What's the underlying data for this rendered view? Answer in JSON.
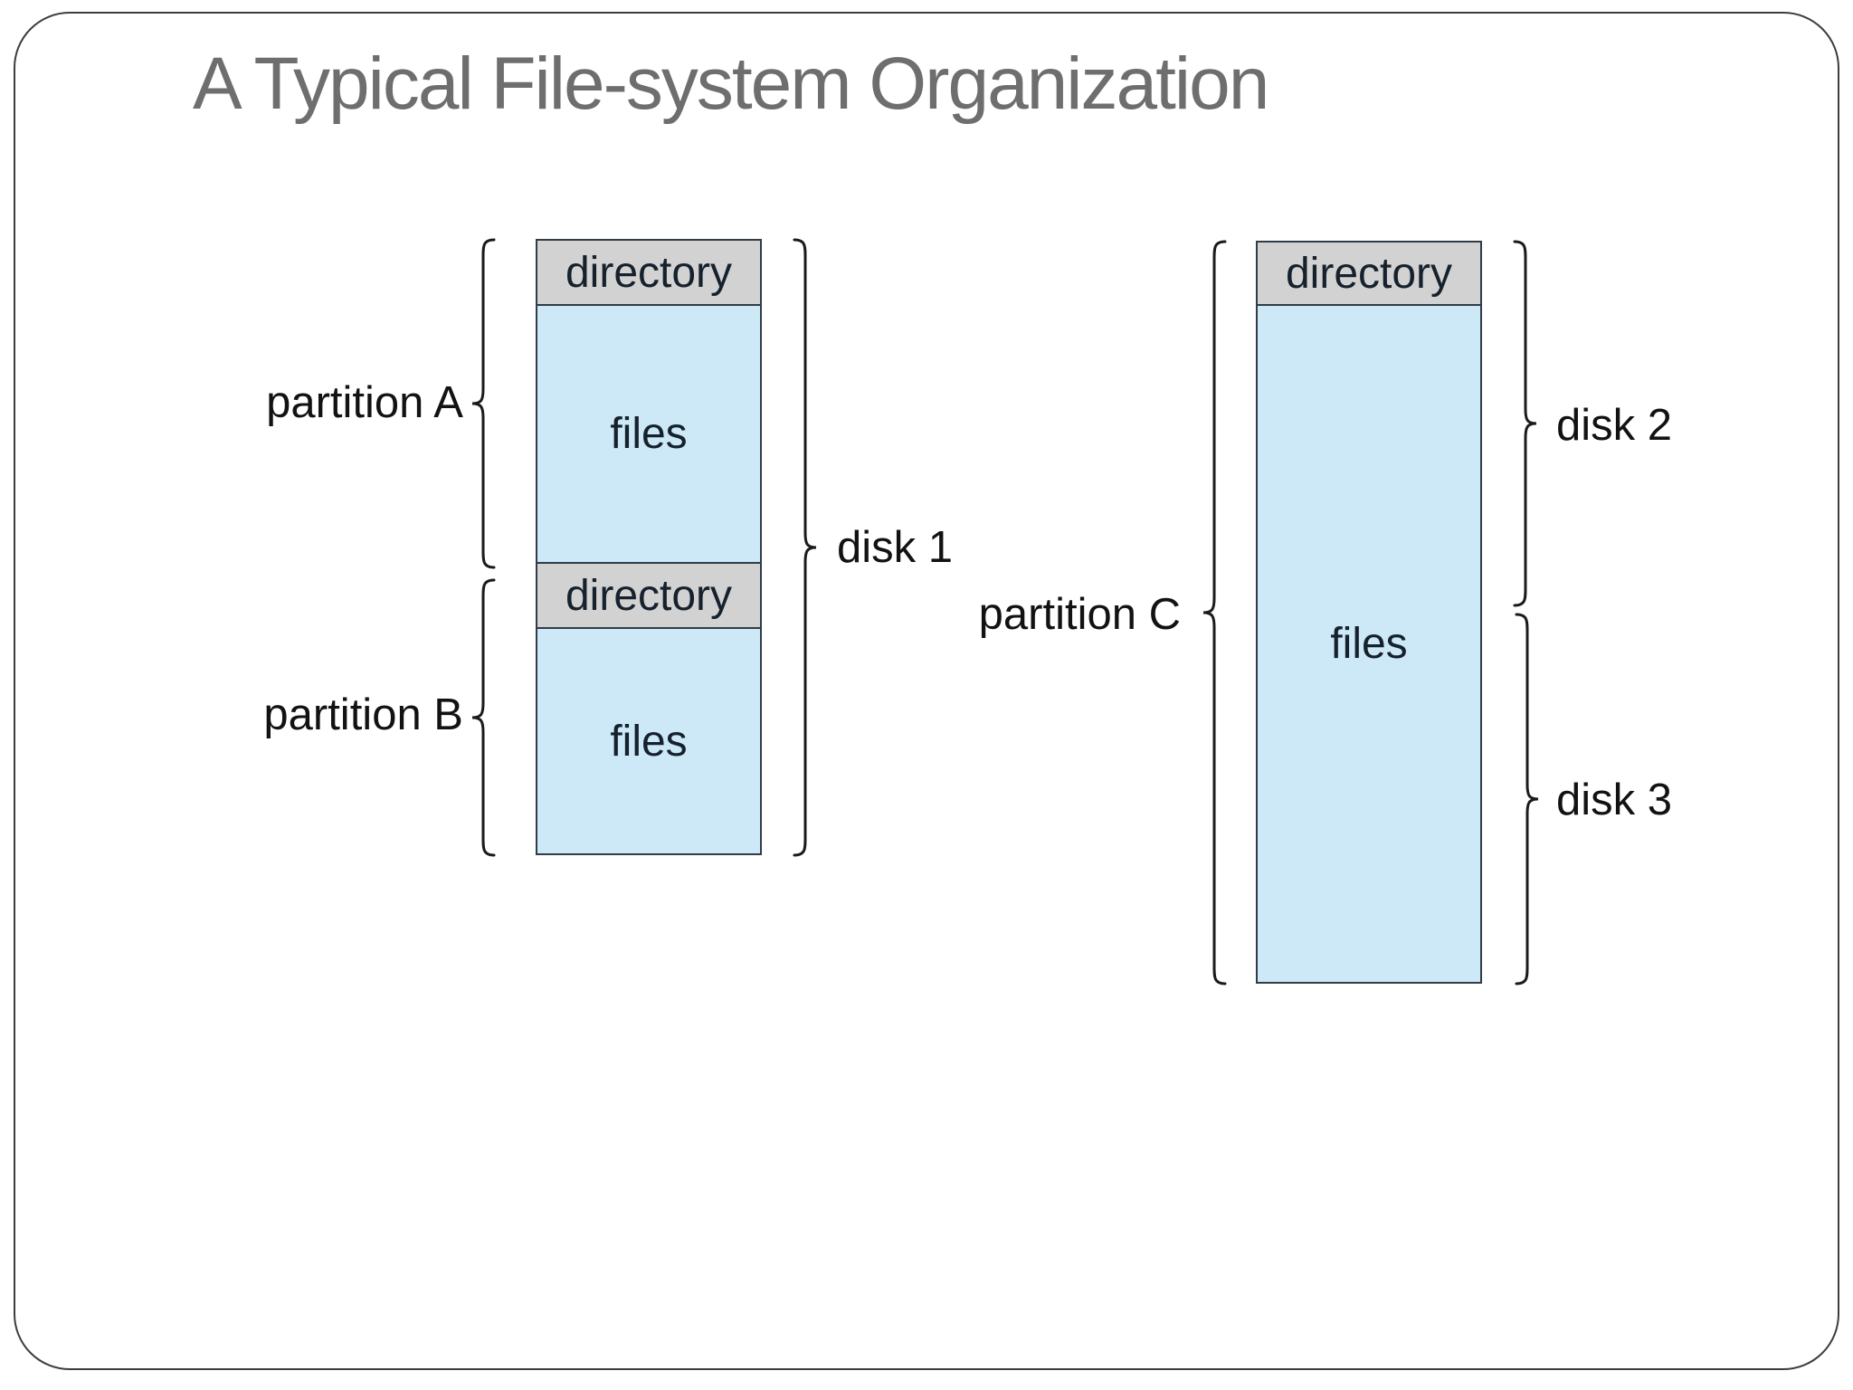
{
  "slide": {
    "title": "A Typical File-system Organization",
    "colors": {
      "background": "#ffffff",
      "slide_border": "#3d3d3d",
      "title_text": "#6e6e6e",
      "directory_fill": "#d2d2d2",
      "files_fill": "#cde8f7",
      "box_border": "#303c46",
      "box_text": "#15212c",
      "label_text": "#121212",
      "brace_stroke": "#1b1b1b"
    }
  },
  "diagram": {
    "disk1_column": {
      "segments": [
        {
          "label": "directory"
        },
        {
          "label": "files"
        },
        {
          "label": "directory"
        },
        {
          "label": "files"
        }
      ]
    },
    "disk23_column": {
      "segments": [
        {
          "label": "directory"
        },
        {
          "label": "files"
        }
      ]
    },
    "annotations": {
      "partition_a": "partition A",
      "partition_b": "partition B",
      "partition_c": "partition C",
      "disk_1": "disk 1",
      "disk_2": "disk 2",
      "disk_3": "disk 3"
    }
  }
}
